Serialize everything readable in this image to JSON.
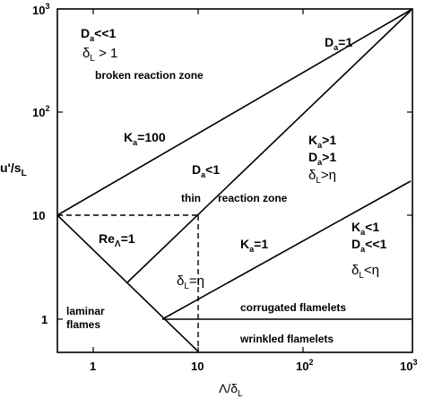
{
  "diagram": {
    "title": "",
    "axes": {
      "x_label": {
        "main": "Λ/δ",
        "sub": "L"
      },
      "y_label": {
        "main": "u'/s",
        "sub": "L"
      },
      "x_scale": "log",
      "y_scale": "log",
      "x_range": [
        0.5,
        1000
      ],
      "y_range": [
        0.5,
        1000
      ],
      "x_ticks": [
        {
          "base": "1",
          "exp": ""
        },
        {
          "base": "10",
          "exp": ""
        },
        {
          "base": "10",
          "exp": "2"
        },
        {
          "base": "10",
          "exp": "3"
        }
      ],
      "y_ticks": [
        {
          "base": "1",
          "exp": ""
        },
        {
          "base": "10",
          "exp": ""
        },
        {
          "base": "10",
          "exp": "2"
        },
        {
          "base": "10",
          "exp": "3"
        }
      ]
    },
    "lines": [
      {
        "label": "Ka=100"
      },
      {
        "label": "Da=1"
      },
      {
        "label": "Ka=1"
      },
      {
        "label": "ReΛ=1"
      },
      {
        "label": "δL=η"
      }
    ],
    "labels": {
      "top_left_da": {
        "main": "D",
        "sub": "a",
        "rest": "<<1"
      },
      "top_left_delta": {
        "main": "δ",
        "sub": "L",
        "rest": " > 1"
      },
      "broken_zone": "broken reaction zone",
      "da1_top": {
        "main": "D",
        "sub": "a",
        "rest": "=1"
      },
      "ka100": {
        "main": "K",
        "sub": "a",
        "rest": "=100"
      },
      "mid_da": {
        "main": "D",
        "sub": "a",
        "rest": "<1"
      },
      "thin_zone_a": "thin",
      "thin_zone_b": "reaction zone",
      "right_ka": {
        "main": "K",
        "sub": "a",
        "rest": ">1"
      },
      "right_da": {
        "main": "D",
        "sub": "a",
        "rest": ">1"
      },
      "right_delta": {
        "main": "δ",
        "sub": "L",
        "rest": ">η"
      },
      "re1": {
        "main": "Re",
        "sub": "Λ",
        "rest": "=1"
      },
      "ka1": {
        "main": "K",
        "sub": "a",
        "rest": "=1"
      },
      "deltaeta": {
        "main": "δ",
        "sub": "L",
        "rest": "=η"
      },
      "br_ka": {
        "main": "K",
        "sub": "a",
        "rest": "<1"
      },
      "br_da": {
        "main": "D",
        "sub": "a",
        "rest": "<<1"
      },
      "br_delta": {
        "main": "δ",
        "sub": "L",
        "rest": "<η"
      },
      "laminar_a": "laminar",
      "laminar_b": "flames",
      "corrugated": "corrugated flamelets",
      "wrinkled": "wrinkled flamelets"
    },
    "colors": {
      "ink": "#000000",
      "background": "#ffffff"
    }
  }
}
